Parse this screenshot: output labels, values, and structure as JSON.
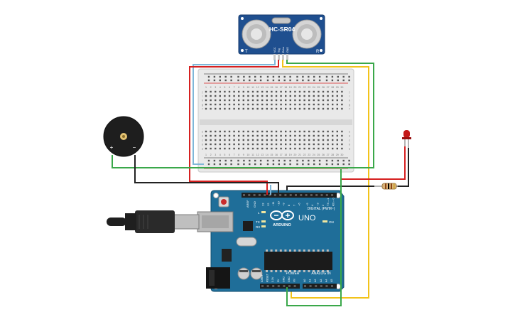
{
  "sensor": {
    "model": "HC-SR04",
    "pins": [
      "VCC",
      "Trig",
      "Echo",
      "GND"
    ],
    "mark_t": "T",
    "mark_r": "R"
  },
  "breadboard": {
    "row_letters_top": [
      "j",
      "i",
      "h",
      "g",
      "f"
    ],
    "row_letters_bottom": [
      "e",
      "d",
      "c",
      "b",
      "a"
    ],
    "column_numbers": [
      "1",
      "2",
      "3",
      "4",
      "5",
      "6",
      "7",
      "8",
      "9",
      "10",
      "11",
      "12",
      "13",
      "14",
      "15",
      "16",
      "17",
      "18",
      "19",
      "20",
      "21",
      "22",
      "23",
      "24",
      "25",
      "26",
      "27",
      "28",
      "29",
      "30"
    ]
  },
  "buzzer": {
    "plus": "+",
    "minus": "−"
  },
  "arduino": {
    "brand": "ARDUINO",
    "model": "UNO",
    "digital_label": "DIGITAL (PWM~)",
    "aref": "AREF",
    "gnd": "GND",
    "digital_pins": [
      "13",
      "12",
      "~11",
      "~10",
      "~9",
      "8",
      "7",
      "~6",
      "~5",
      "4",
      "~3",
      "2",
      "TX→1",
      "RX←0"
    ],
    "l_label": "L",
    "tx_label": "TX",
    "rx_label": "RX",
    "on_label": "ON",
    "power_label": "POWER",
    "analog_label": "ANALOG IN",
    "power_pins": [
      "IOREF",
      "RESET",
      "3.3V",
      "5V",
      "GND",
      "GND",
      "Vin"
    ],
    "analog_pins": [
      "A0",
      "A1",
      "A2",
      "A3",
      "A4",
      "A5"
    ]
  },
  "colors": {
    "arduino_blue": "#1f6e99",
    "breadboard": "#e8e8e8",
    "sensor_blue": "#1f4f8f",
    "wire_red": "#d62020",
    "wire_green": "#3aa84a",
    "wire_yellow": "#f2c31a",
    "wire_black": "#222222",
    "wire_lightblue": "#7fb7d8",
    "led_red": "#c41818"
  }
}
